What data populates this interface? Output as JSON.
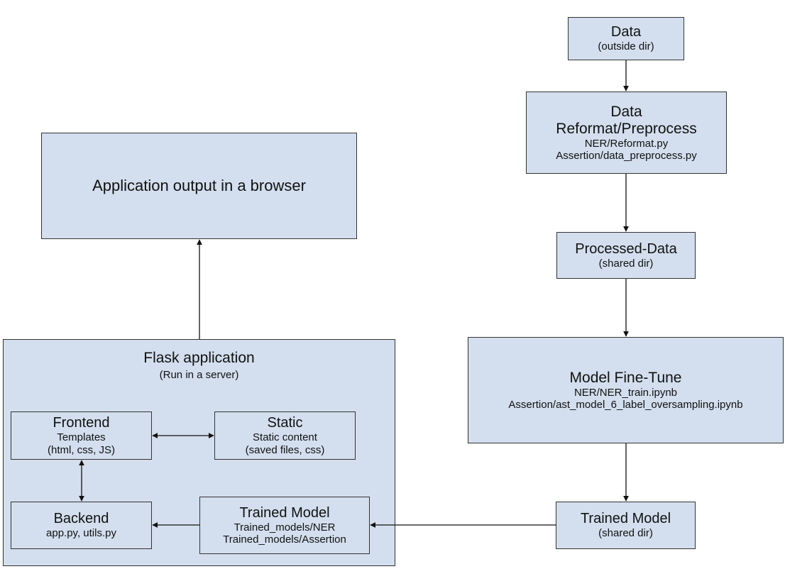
{
  "boxes": {
    "data": {
      "title": "Data",
      "sub": "(outside dir)"
    },
    "reformat": {
      "title_1": "Data",
      "title_2": "Reformat/Preprocess",
      "line_1": "NER/Reformat.py",
      "line_2": "Assertion/data_preprocess.py"
    },
    "processed": {
      "title": "Processed-Data",
      "sub": "(shared dir)"
    },
    "finetune": {
      "title": "Model Fine-Tune",
      "line_1": "NER/NER_train.ipynb",
      "line_2": "Assertion/ast_model_6_label_oversampling.ipynb"
    },
    "trained_shared": {
      "title": "Trained Model",
      "sub": "(shared dir)"
    },
    "browser": {
      "title": "Application output in a browser"
    },
    "flask": {
      "title": "Flask application",
      "sub": "(Run in a server)"
    },
    "frontend": {
      "title": "Frontend",
      "line_1": "Templates",
      "line_2": "(html, css, JS)"
    },
    "static": {
      "title": "Static",
      "line_1": "Static content",
      "line_2": "(saved files, css)"
    },
    "backend": {
      "title": "Backend",
      "line_1": "app.py, utils.py"
    },
    "trained_local": {
      "title": "Trained Model",
      "line_1": "Trained_models/NER",
      "line_2": "Trained_models/Assertion"
    }
  }
}
